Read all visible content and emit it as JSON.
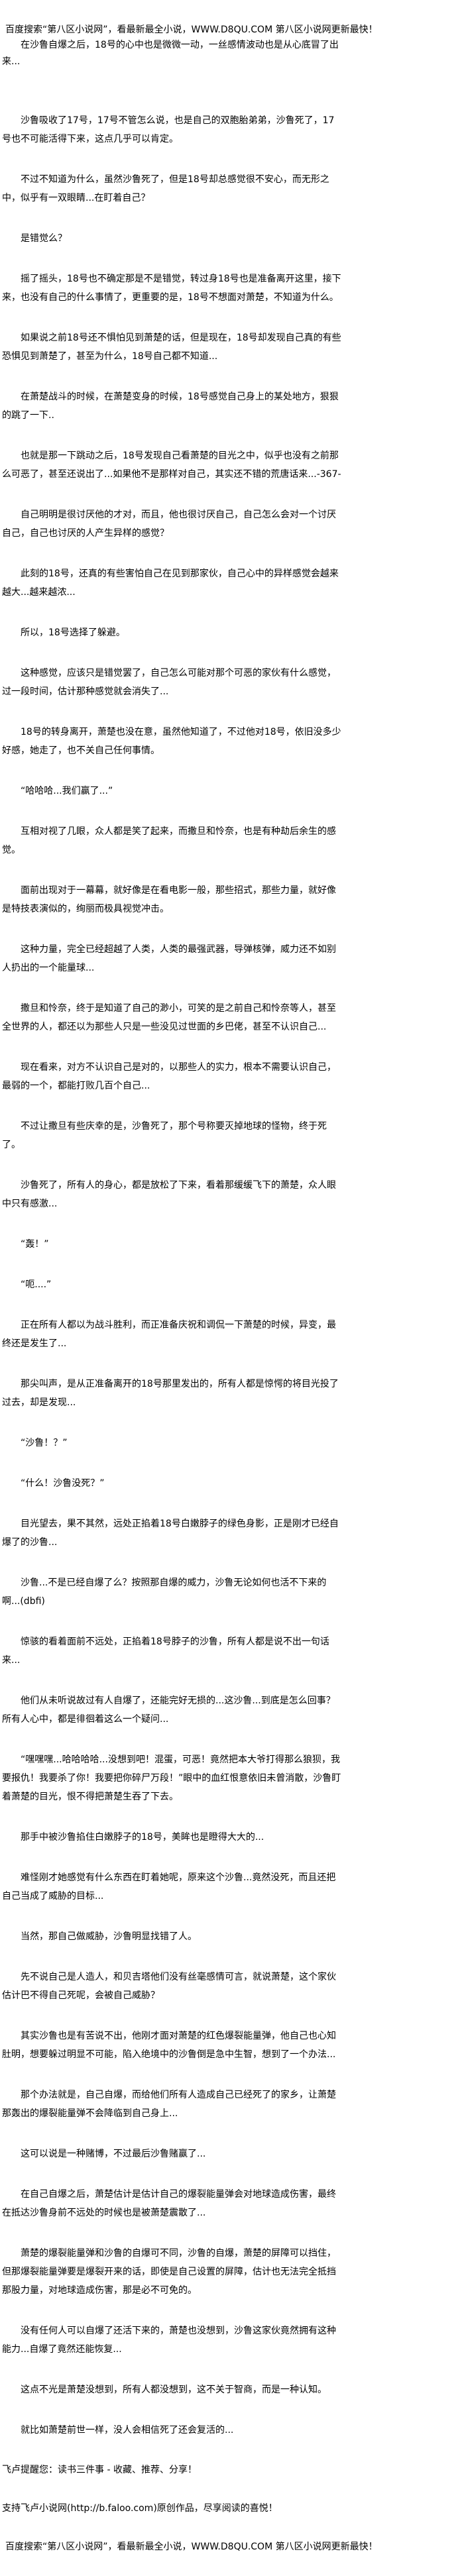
{
  "header": {
    "banner": "百度搜索“第八区小说网”，看最新最全小说，WWW.D8QU.COM  第八区小说网更新最快！"
  },
  "paragraphs": [
    "在沙鲁自爆之后，18号的心中也是微微一动，一丝感情波动也是从心底冒了出来...",
    "沙鲁吸收了17号，17号不管怎么说，也是自己的双胞胎弟弟，沙鲁死了，17号也不可能活得下来，这点几乎可以肯定。",
    "不过不知道为什么，虽然沙鲁死了，但是18号却总感觉很不安心，而无形之中，似乎有一双眼睛...在盯着自己？",
    "是错觉么？",
    "摇了摇头，18号也不确定那是不是错觉，转过身18号也是准备离开这里，接下来，也没有自己的什么事情了，更重要的是，18号不想面对萧楚，不知道为什么。",
    "如果说之前18号还不惧怕见到萧楚的话，但是现在，18号却发现自己真的有些恐惧见到萧楚了，甚至为什么，18号自己都不知道...",
    "在萧楚战斗的时候，在萧楚变身的时候，18号感觉自己身上的某处地方，狠狠的跳了一下..",
    "也就是那一下跳动之后，18号发现自己看萧楚的目光之中，似乎也没有之前那么可恶了，甚至还说出了...如果他不是那样对自己，其实还不错的荒唐话来...-367-",
    "自己明明是很讨厌他的才对，而且，他也很讨厌自己，自己怎么会对一个讨厌自己，自己也讨厌的人产生异样的感觉？",
    "此刻的18号，还真的有些害怕自己在见到那家伙，自己心中的异样感觉会越来越大...越来越浓...",
    "所以，18号选择了躲避。",
    "这种感觉，应该只是错觉罢了，自己怎么可能对那个可恶的家伙有什么感觉，过一段时间，估计那种感觉就会消失了...",
    "18号的转身离开，萧楚也没在意，虽然他知道了，不过他对18号，依旧没多少好感，她走了，也不关自己任何事情。",
    "“哈哈哈...我们赢了...”",
    "互相对视了几眼，众人都是笑了起来，而撒旦和怜奈，也是有种劫后余生的感觉。",
    "面前出现对于一幕幕，就好像是在看电影一般，那些招式，那些力量，就好像是特技表演似的，绚丽而极具视觉冲击。",
    "这种力量，完全已经超越了人类，人类的最强武器，导弹核弹，威力还不如别人扔出的一个能量球...",
    "撒旦和怜奈，终于是知道了自己的渺小，可笑的是之前自己和怜奈等人，甚至全世界的人，都还以为那些人只是一些没见过世面的乡巴佬，甚至不认识自己...",
    "现在看来，对方不认识自己是对的，以那些人的实力，根本不需要认识自己，最弱的一个，都能打败几百个自己...",
    "不过让撒旦有些庆幸的是，沙鲁死了，那个号称要灭掉地球的怪物，终于死了。",
    "沙鲁死了，所有人的身心，都是放松了下来，看着那缓缓飞下的萧楚，众人眼中只有感激...",
    "“轰！”",
    "“呃....”",
    "正在所有人都以为战斗胜利，而正准备庆祝和调侃一下萧楚的时候，异变，最终还是发生了...",
    "那尖叫声，是从正准备离开的18号那里发出的，所有人都是惊愕的将目光投了过去，却是发现...",
    "“沙鲁！？”",
    "“什么！沙鲁没死？”",
    "目光望去，果不其然，远处正掐着18号白嫩脖子的绿色身影，正是刚才已经自爆了的沙鲁...",
    "沙鲁...不是已经自爆了么？按照那自爆的威力，沙鲁无论如何也活不下来的啊...(dbfi)",
    "惊骇的看着面前不远处，正掐着18号脖子的沙鲁，所有人都是说不出一句话来...",
    "他们从未听说故过有人自爆了，还能完好无损的...这沙鲁...到底是怎么回事？所有人心中，都是徘徊着这么一个疑问...",
    "“嘿嘿嘿...哈哈哈哈...没想到吧！混蛋，可恶！竟然把本大爷打得那么狼狈，我要报仇！我要杀了你！我要把你碎尸万段！”眼中的血红恨意依旧未曾消散，沙鲁盯着萧楚的目光，恨不得把萧楚生吞了下去。",
    "那手中被沙鲁掐住白嫩脖子的18号，美眸也是瞪得大大的...",
    "难怪刚才她感觉有什么东西在盯着她呢，原来这个沙鲁...竟然没死，而且还把自己当成了威胁的目标...",
    "当然，那自己做威胁，沙鲁明显找错了人。",
    "先不说自己是人造人，和贝吉塔他们没有丝毫感情可言，就说萧楚，这个家伙估计巴不得自己死呢，会被自己威胁？",
    "其实沙鲁也是有苦说不出，他刚才面对萧楚的红色爆裂能量弹，他自己也心知肚明，想要躲过明显不可能，陷入绝境中的沙鲁倒是急中生智，想到了一个办法...",
    "那个办法就是，自己自爆，而给他们所有人造成自己已经死了的家乡，让萧楚那轰出的爆裂能量弹不会降临到自己身上...",
    "这可以说是一种赌博，不过最后沙鲁赌赢了...",
    "在自己自爆之后，萧楚估计是估计自己的爆裂能量弹会对地球造成伤害，最终在抵达沙鲁身前不远处的时候也是被萧楚震散了...",
    "萧楚的爆裂能量弹和沙鲁的自爆可不同，沙鲁的自爆，萧楚的屏障可以挡住，但那爆裂能量弹要是爆裂开来的话，即使是自己设置的屏障，估计也无法完全抵挡那股力量，对地球造成伤害，那是必不可免的。",
    "没有任何人可以自爆了还活下来的，萧楚也没想到，沙鲁这家伙竟然拥有这种能力...自爆了竟然还能恢复...",
    "这点不光是萧楚没想到，所有人都没想到，这不关于智商，而是一种认知。",
    "就比如萧楚前世一样，没人会相信死了还会复活的..."
  ],
  "footer": {
    "reminder": "飞卢提醒您：读书三件事 - 收藏、推荐、分享！",
    "support": "支持飞卢小说网(http://b.faloo.com)原创作品，尽享阅读的喜悦！",
    "banner": "百度搜索“第八区小说网”，看最新最全小说，WWW.D8QU.COM  第八区小说网更新最快！"
  }
}
